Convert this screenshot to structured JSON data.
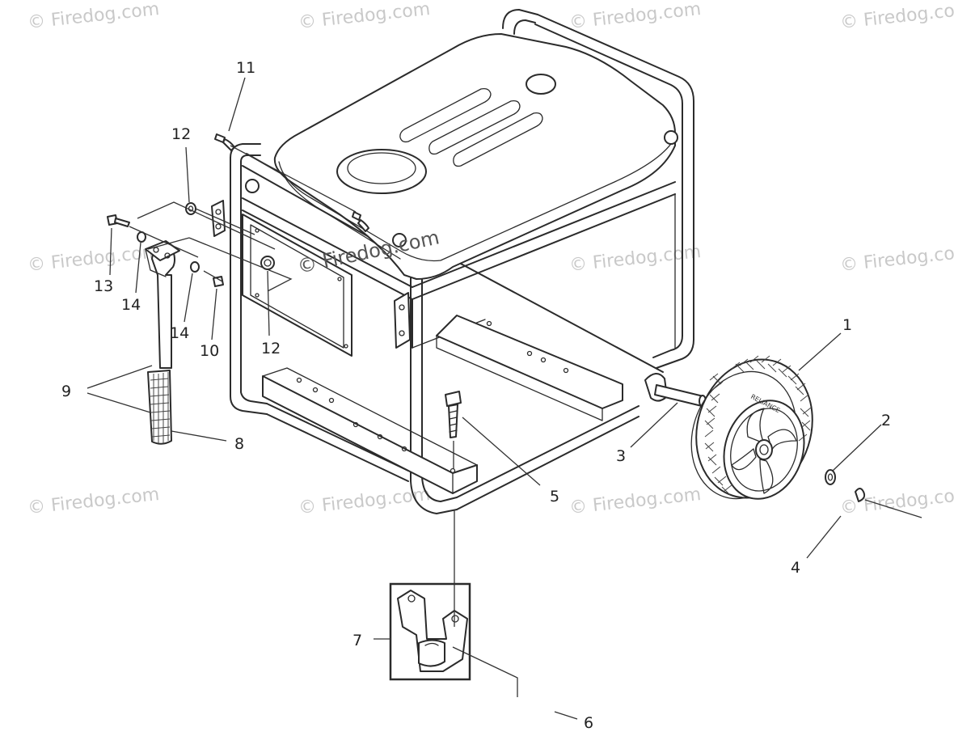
{
  "watermark": "© Firedog.com",
  "parts": [
    {
      "ref": "1",
      "text": "1"
    },
    {
      "ref": "2",
      "text": "2"
    },
    {
      "ref": "3",
      "text": "3"
    },
    {
      "ref": "4",
      "text": "4"
    },
    {
      "ref": "5",
      "text": "5"
    },
    {
      "ref": "6",
      "text": "6"
    },
    {
      "ref": "7",
      "text": "7"
    },
    {
      "ref": "8",
      "text": "8"
    },
    {
      "ref": "9",
      "text": "9"
    },
    {
      "ref": "10",
      "text": "10"
    },
    {
      "ref": "11",
      "text": "11"
    },
    {
      "ref": "12a",
      "text": "12"
    },
    {
      "ref": "12b",
      "text": "12"
    },
    {
      "ref": "13",
      "text": "13"
    },
    {
      "ref": "14a",
      "text": "14"
    },
    {
      "ref": "14b",
      "text": "14"
    }
  ],
  "tire_text": "RELIANCE"
}
